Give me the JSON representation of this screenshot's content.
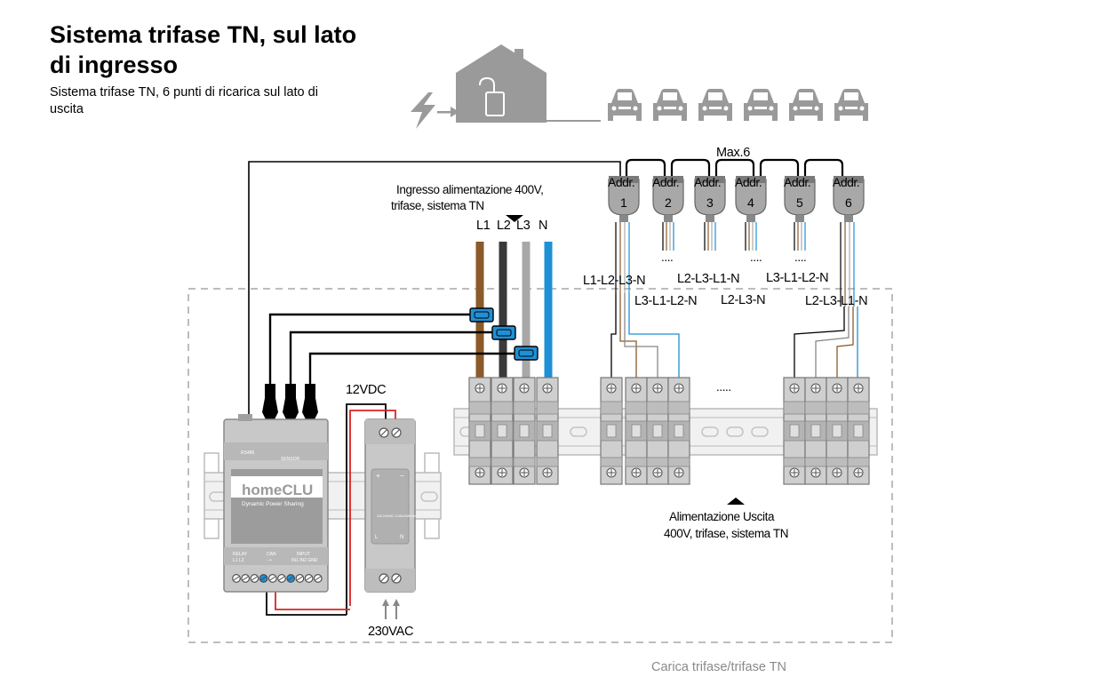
{
  "header": {
    "title": "Sistema trifase TN, sul lato di ingresso",
    "subtitle": "Sistema trifase TN, 6 punti di ricarica sul lato di uscita"
  },
  "diagram": {
    "max_label": "Max.6",
    "addr_label": "Addr.",
    "chargers": [
      "1",
      "2",
      "3",
      "4",
      "5",
      "6"
    ],
    "phase_orders_top": [
      "L1-L2-L3-N",
      "L2-L3-L1-N",
      "L3-L1-L2-N"
    ],
    "phase_orders_bottom": [
      "L3-L1-L2-N",
      "L2-L3-N",
      "L2-L3-L1-N"
    ],
    "dots": "....",
    "input_label_line1": "Ingresso alimentazione 400V,",
    "input_label_line2": "trifase, sistema TN",
    "phases": [
      "L1",
      "L2",
      "L3",
      "N"
    ],
    "vdc_label": "12VDC",
    "vac_label": "230VAC",
    "breaker_dots": ".....",
    "output_label_line1": "Alimentazione Uscita",
    "output_label_line2": "400V, trifase, sistema TN",
    "caption": "Carica trifase/trifase TN",
    "device": {
      "brand": "homeCLU",
      "tagline": "Dynamic Power Sharing",
      "port_rs485": "RS485",
      "port_sensor": "SENSOR",
      "relay_label": "RELAY",
      "relay_pins": "L1  L2",
      "can_label": "CAN",
      "can_pins": "-  +",
      "input_label": "INPUT",
      "input_pins": "IN1 IN2 GND"
    },
    "psu": {
      "plus": "+",
      "minus": "−",
      "spec": "100-240VAC 0.08A 50/60Hz",
      "l": "L",
      "n": "N"
    }
  }
}
